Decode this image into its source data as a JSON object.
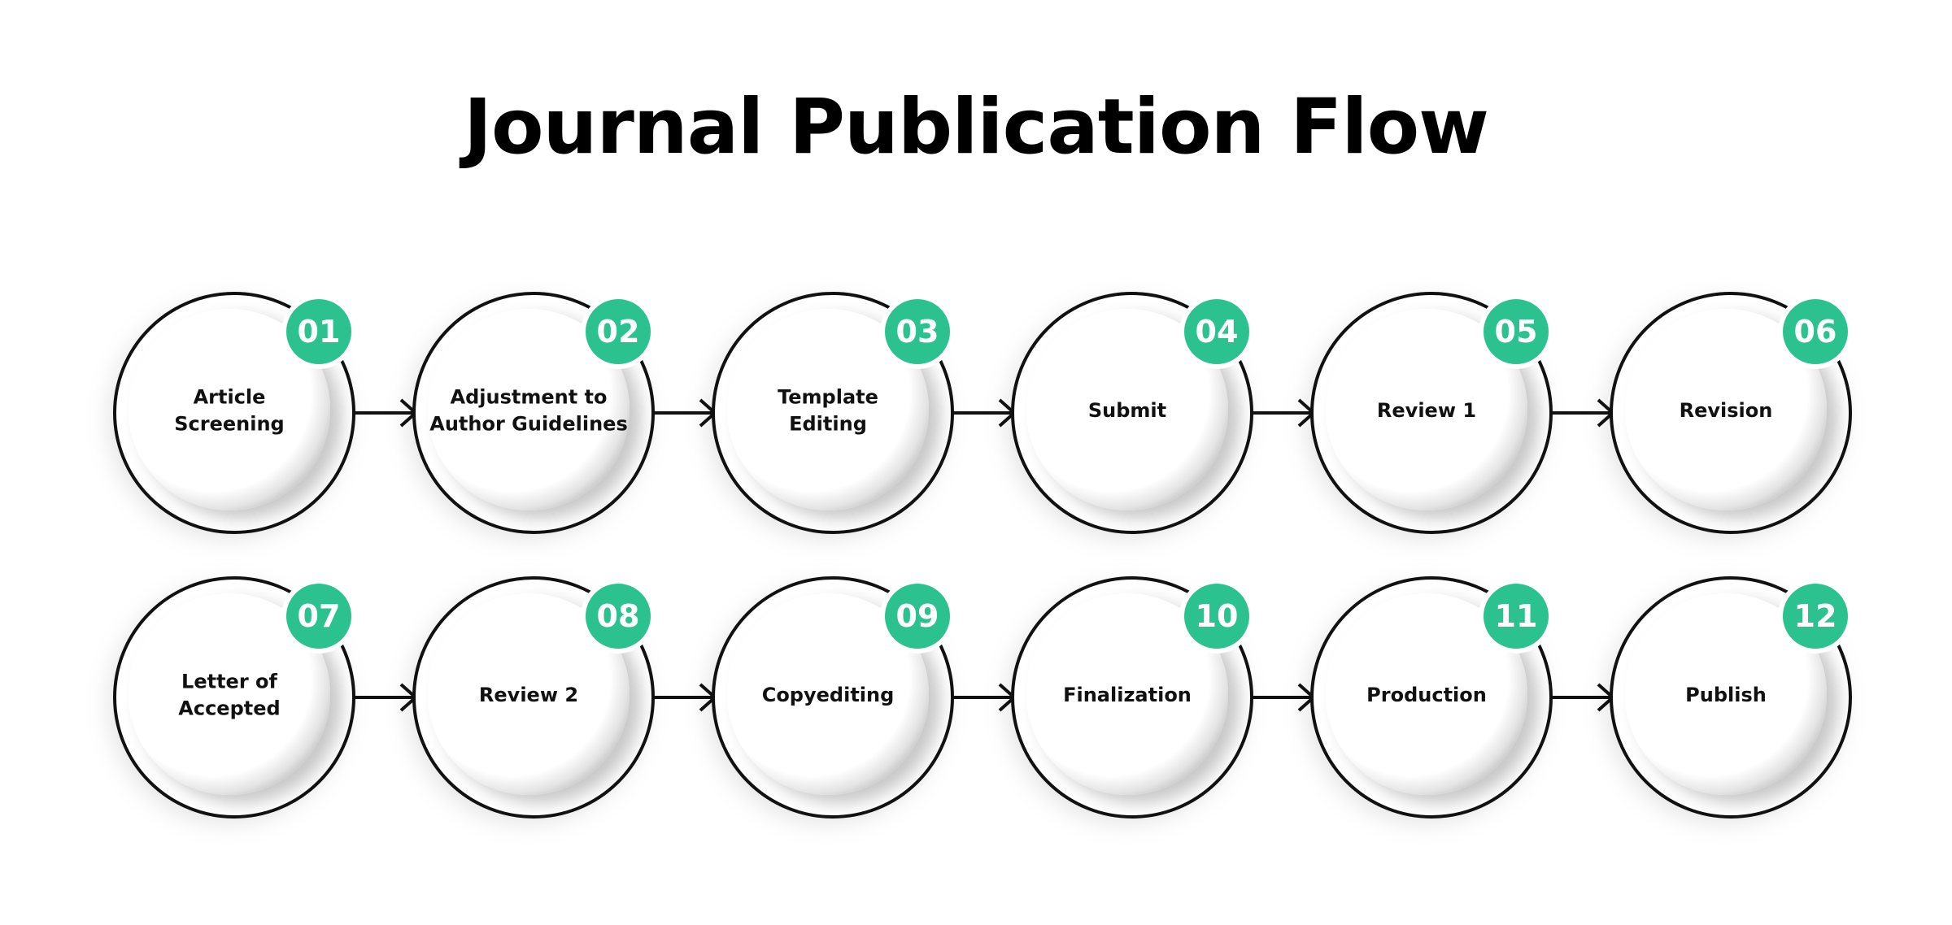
{
  "title": "Journal Publication Flow",
  "colors": {
    "accent": "#2CC28F",
    "ring": "#111111",
    "disc": "#ffffff"
  },
  "steps": [
    {
      "number": "01",
      "lines": [
        "Article",
        "Screening"
      ]
    },
    {
      "number": "02",
      "lines": [
        "Adjustment to",
        "Author Guidelines"
      ]
    },
    {
      "number": "03",
      "lines": [
        "Template",
        "Editing"
      ]
    },
    {
      "number": "04",
      "lines": [
        "Submit"
      ]
    },
    {
      "number": "05",
      "lines": [
        "Review 1"
      ]
    },
    {
      "number": "06",
      "lines": [
        "Revision"
      ]
    },
    {
      "number": "07",
      "lines": [
        "Letter of",
        "Accepted"
      ]
    },
    {
      "number": "08",
      "lines": [
        "Review 2"
      ]
    },
    {
      "number": "09",
      "lines": [
        "Copyediting"
      ]
    },
    {
      "number": "10",
      "lines": [
        "Finalization"
      ]
    },
    {
      "number": "11",
      "lines": [
        "Production"
      ]
    },
    {
      "number": "12",
      "lines": [
        "Publish"
      ]
    }
  ]
}
